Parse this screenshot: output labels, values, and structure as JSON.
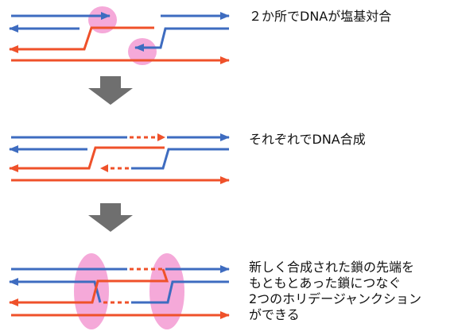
{
  "captions": {
    "step1": "２か所でDNAが塩基対合",
    "step2": "それぞれでDNA合成",
    "step3": [
      "新しく合成された鎖の先端を",
      "もともとあった鎖につなぐ",
      "2つのホリデージャンクション",
      "ができる"
    ]
  },
  "colors": {
    "blue_strand": "#3e6cc0",
    "red_strand": "#ef512a",
    "highlight": "#f39ad2",
    "arrow": "#6f6f6f"
  }
}
